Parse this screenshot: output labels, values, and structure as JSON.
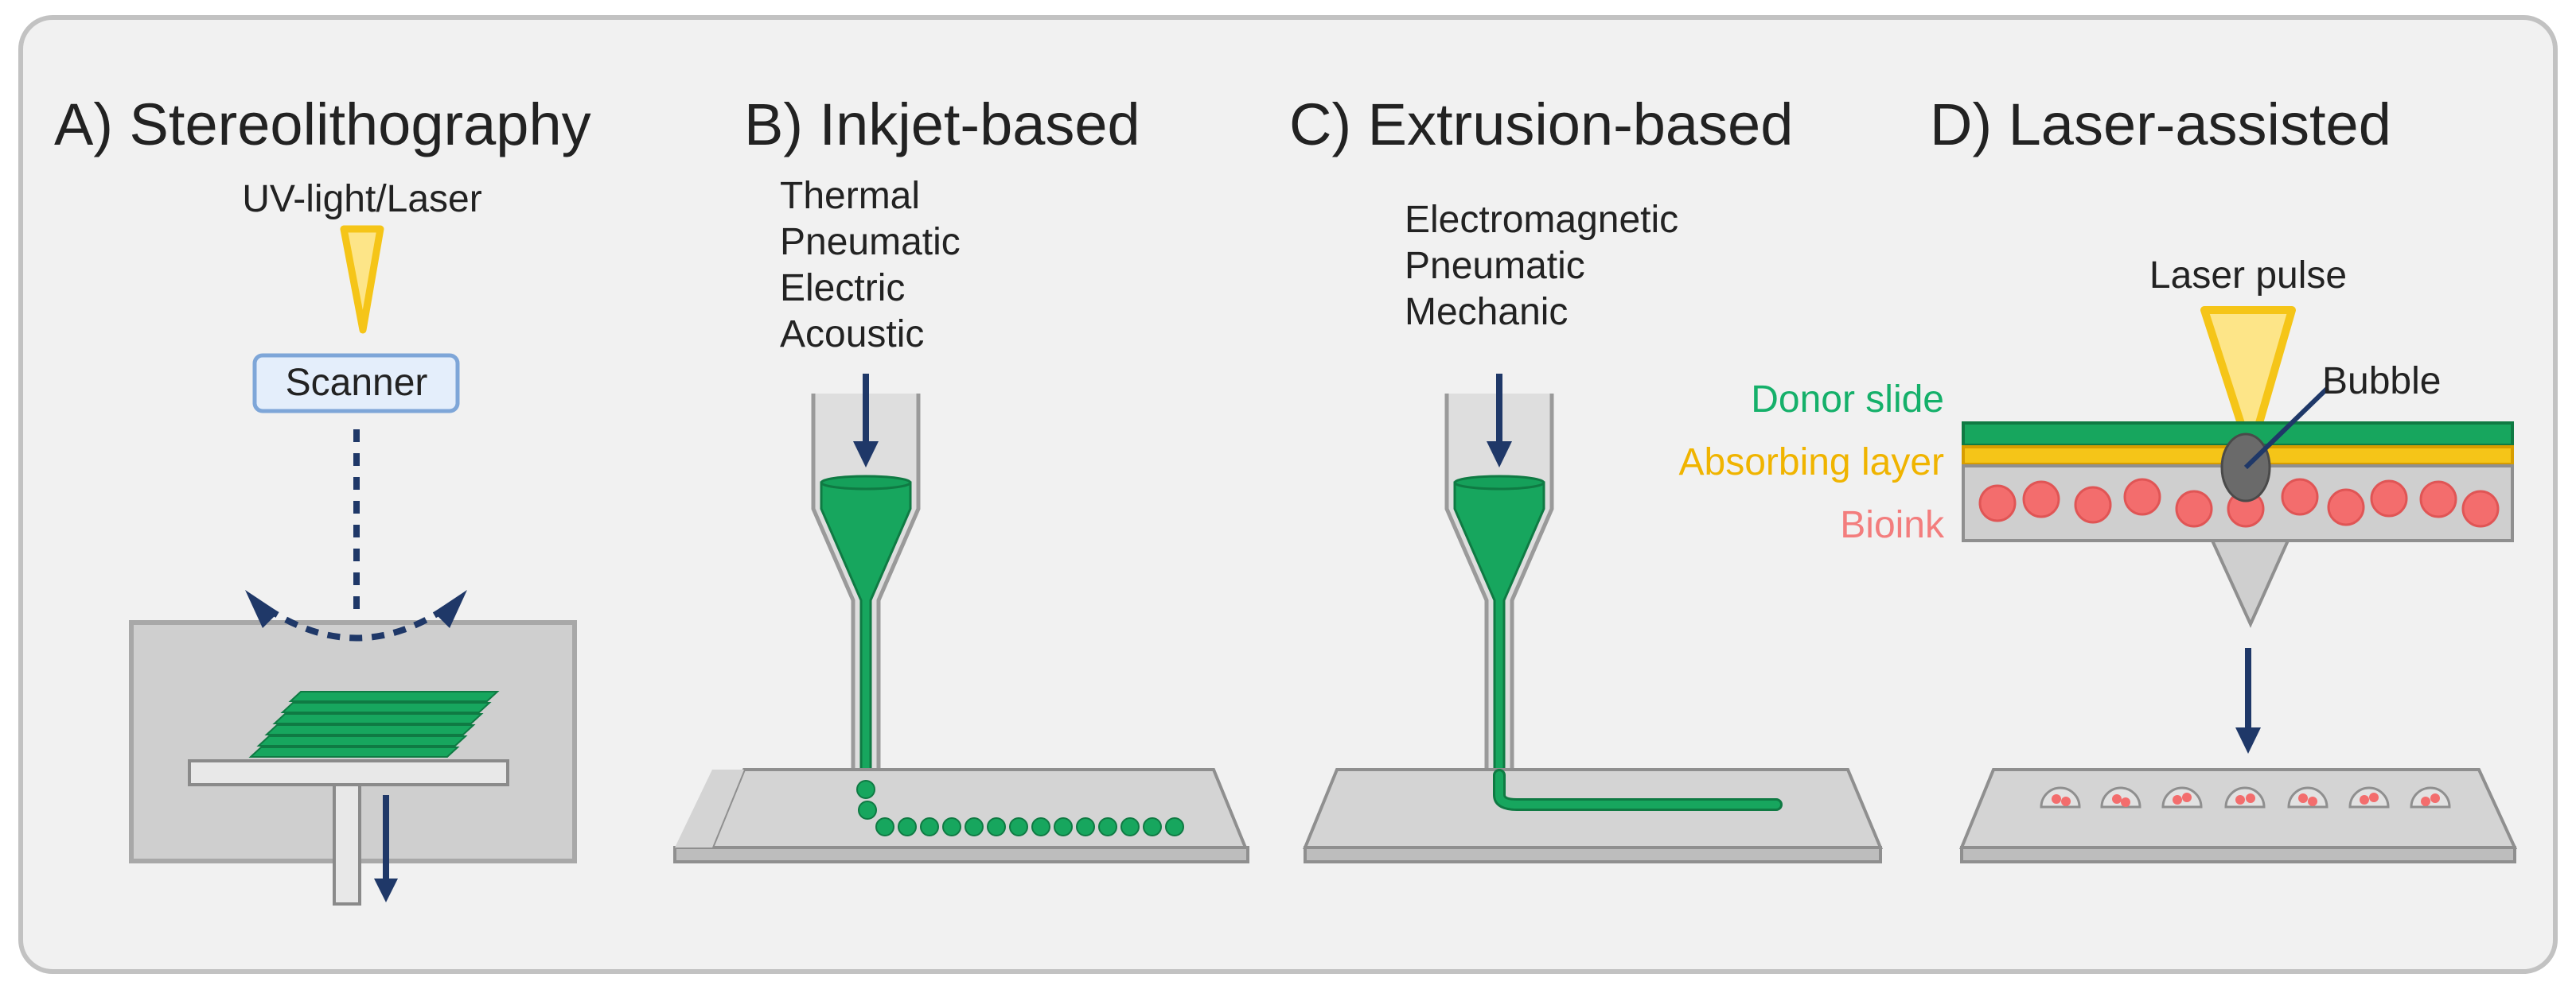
{
  "panels": [
    {
      "title": "A) Stereolithography",
      "labels": {
        "light_source": "UV-light/Laser",
        "scanner": "Scanner"
      }
    },
    {
      "title": "B) Inkjet-based",
      "actuation": [
        "Thermal",
        "Pneumatic",
        "Electric",
        "Acoustic"
      ]
    },
    {
      "title": "C) Extrusion-based",
      "actuation": [
        "Electromagnetic",
        "Pneumatic",
        "Mechanic"
      ]
    },
    {
      "title": "D) Laser-assisted",
      "labels": {
        "laser_pulse": "Laser pulse",
        "bubble": "Bubble",
        "donor_slide": "Donor slide",
        "absorbing_layer": "Absorbing layer",
        "bioink": "Bioink"
      }
    }
  ],
  "colors": {
    "background": "#f1f1f1",
    "frame": "#c2c2c2",
    "text": "#222222",
    "arrow": "#1f3868",
    "bioink_green": "#17a65e",
    "dark_green": "#0f7a43",
    "laser_yellow": "#f5c518",
    "cell_pink": "#f36d6d",
    "donor_label": "#15b06a",
    "absorbing_label": "#f0b400",
    "bioink_label": "#f37d7d",
    "scanner_fill": "#e4eefb",
    "scanner_stroke": "#7ea6d8",
    "platform": "#d9d9d9"
  }
}
